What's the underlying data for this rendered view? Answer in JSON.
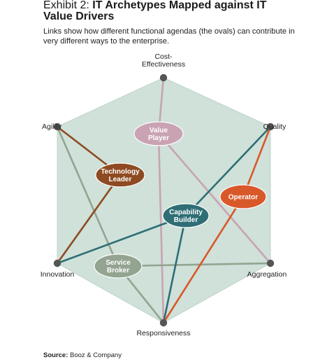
{
  "header": {
    "exhibit_label": "Exhibit 2:",
    "title_line1": "IT Archetypes Mapped against IT",
    "title_line2": "Value Drivers",
    "subtitle": "Links show how different functional agendas (the ovals) can contribute in very different ways to the enterprise."
  },
  "drivers": [
    {
      "id": "cost",
      "label_lines": [
        "Cost-",
        "Effectiveness"
      ]
    },
    {
      "id": "quality",
      "label_lines": [
        "Quality"
      ]
    },
    {
      "id": "aggregation",
      "label_lines": [
        "Aggregation"
      ]
    },
    {
      "id": "responsiveness",
      "label_lines": [
        "Responsiveness"
      ]
    },
    {
      "id": "innovation",
      "label_lines": [
        "Innovation"
      ]
    },
    {
      "id": "agility",
      "label_lines": [
        "Agility"
      ]
    }
  ],
  "archetypes": [
    {
      "id": "value",
      "label_lines": [
        "Value",
        "Player"
      ],
      "color": "#c9a3b3"
    },
    {
      "id": "tech",
      "label_lines": [
        "Technology",
        "Leader"
      ],
      "color": "#8e4a22"
    },
    {
      "id": "operator",
      "label_lines": [
        "Operator"
      ],
      "color": "#d9582a"
    },
    {
      "id": "capability",
      "label_lines": [
        "Capability",
        "Builder"
      ],
      "color": "#2f6e75"
    },
    {
      "id": "broker",
      "label_lines": [
        "Service",
        "Broker"
      ],
      "color": "#93a491"
    }
  ],
  "links": [
    {
      "archetype": "value",
      "drivers": [
        "cost",
        "responsiveness",
        "aggregation"
      ]
    },
    {
      "archetype": "broker",
      "drivers": [
        "agility",
        "aggregation",
        "responsiveness"
      ]
    },
    {
      "archetype": "tech",
      "drivers": [
        "agility",
        "innovation"
      ]
    },
    {
      "archetype": "capability",
      "drivers": [
        "innovation",
        "quality",
        "responsiveness"
      ]
    },
    {
      "archetype": "operator",
      "drivers": [
        "quality",
        "responsiveness"
      ]
    }
  ],
  "colors": {
    "hexagon_fill": "#cfe1d9",
    "node": "#555555"
  },
  "footer": {
    "source_label": "Source:",
    "source_text": "Booz & Company"
  }
}
